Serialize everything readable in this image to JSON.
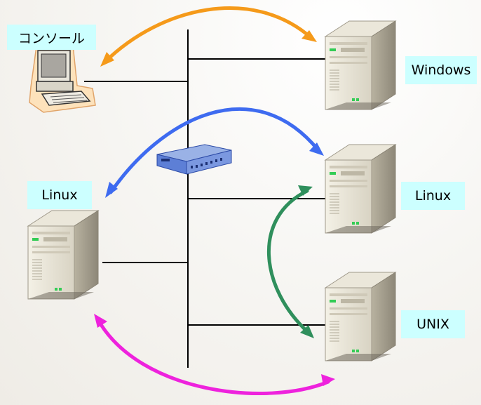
{
  "labels": {
    "console": "コンソール",
    "windows": "Windows",
    "linux_left": "Linux",
    "linux_right": "Linux",
    "unix": "UNIX"
  },
  "colors": {
    "orange_arrow": "#f59a1a",
    "blue_arrow": "#3e6bf0",
    "green_arrow": "#2f8f5c",
    "magenta_arrow": "#ee22dd",
    "label_bg": "#ccffff",
    "network_line": "#000000"
  },
  "icons": [
    "computer-console-icon",
    "tower-server-icon",
    "network-hub-icon"
  ]
}
